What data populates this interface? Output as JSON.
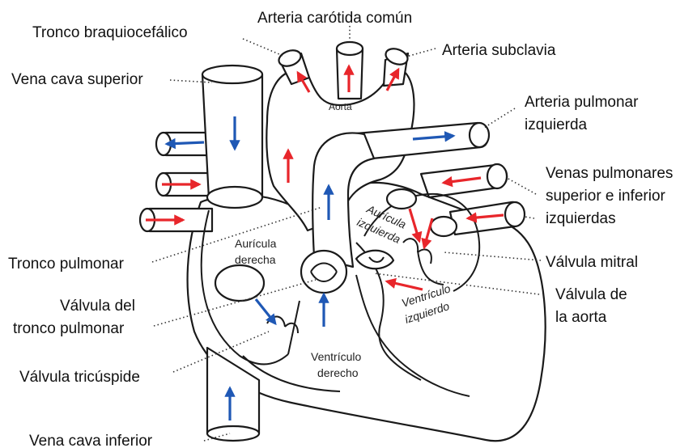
{
  "labels": {
    "tronco_braquiocefalico": "Tronco braquiocefálico",
    "arteria_carotida_comun": "Arteria carótida común",
    "arteria_subclavia": "Arteria subclavia",
    "vena_cava_superior": "Vena cava superior",
    "arteria_pulmonar_izquierda_1": "Arteria pulmonar",
    "arteria_pulmonar_izquierda_2": "izquierda",
    "venas_pulmonares_1": "Venas pulmonares",
    "venas_pulmonares_2": "superior e inferior",
    "venas_pulmonares_3": "izquierdas",
    "tronco_pulmonar": "Tronco pulmonar",
    "valvula_mitral": "Válvula mitral",
    "valvula_aorta_1": "Válvula de",
    "valvula_aorta_2": "la aorta",
    "valvula_tronco_pulmonar_1": "Válvula del",
    "valvula_tronco_pulmonar_2": "tronco pulmonar",
    "valvula_tricuspide": "Válvula tricúspide",
    "vena_cava_inferior": "Vena cava inferior"
  },
  "inner": {
    "aorta": "Aorta",
    "auricula_derecha_1": "Aurícula",
    "auricula_derecha_2": "derecha",
    "auricula_izquierda_1": "Aurícula",
    "auricula_izquierda_2": "izquierda",
    "ventriculo_derecho_1": "Ventrículo",
    "ventriculo_derecho_2": "derecho",
    "ventriculo_izquierdo_1": "Ventrículo",
    "ventriculo_izquierdo_2": "izquierdo"
  },
  "colors": {
    "oxygenated": "#e8262b",
    "deoxygenated": "#1f58b5",
    "outline": "#1a1a1a"
  }
}
